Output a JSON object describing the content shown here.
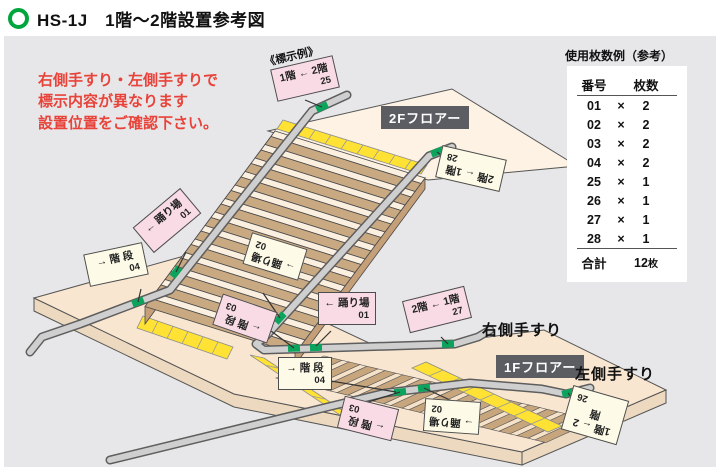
{
  "header": {
    "title": "HS-1J　1階〜2階設置参考図"
  },
  "notice": {
    "line1": "右側手すり・左側手すりで",
    "line2": "標示内容が異なります",
    "line3": "設置位置をご確認下さい。"
  },
  "usage_table": {
    "title": "使用枚数例（参考）",
    "col_no": "番号",
    "col_qty": "枚数",
    "times": "×",
    "rows": [
      {
        "no": "01",
        "qty": "2"
      },
      {
        "no": "02",
        "qty": "2"
      },
      {
        "no": "03",
        "qty": "2"
      },
      {
        "no": "04",
        "qty": "2"
      },
      {
        "no": "25",
        "qty": "1"
      },
      {
        "no": "26",
        "qty": "1"
      },
      {
        "no": "27",
        "qty": "1"
      },
      {
        "no": "28",
        "qty": "1"
      }
    ],
    "total_label": "合計",
    "total_value": "12",
    "total_unit": "枚"
  },
  "diagram": {
    "example_label": "《標示例》",
    "floor2_label": "2Fフロアー",
    "floor1_label": "1Fフロアー",
    "right_rail_label": "右側手すり",
    "left_rail_label": "左側手すり",
    "signs": [
      {
        "id": "25",
        "text": "1階 ← 2階",
        "num": "25"
      },
      {
        "id": "28",
        "text": "2階 ← 1階",
        "num": "28"
      },
      {
        "id": "01a",
        "text": "← 踊り場",
        "num": "01"
      },
      {
        "id": "04a",
        "text": "→ 階 段",
        "num": "04"
      },
      {
        "id": "02a",
        "text": "→ 踊り場",
        "num": "02"
      },
      {
        "id": "03a",
        "text": "← 階 段",
        "num": "03"
      },
      {
        "id": "01b",
        "text": "← 踊り場",
        "num": "01"
      },
      {
        "id": "27",
        "text": "2階 ← 1階",
        "num": "27"
      },
      {
        "id": "04b",
        "text": "→ 階 段",
        "num": "04"
      },
      {
        "id": "03b",
        "text": "← 階 段",
        "num": "03"
      },
      {
        "id": "02b",
        "text": "→ 踊り場",
        "num": "02"
      },
      {
        "id": "26",
        "text": "1階 ← 2階",
        "num": "26"
      }
    ]
  },
  "colors": {
    "accent_green": "#00a53e",
    "notice_red": "#e8433a",
    "band_green": "#0ca45c",
    "sign_pink": "#f9dbe6",
    "sign_cream": "#fdfbe7",
    "tactile_yellow": "#ffe233",
    "floor_label_bg": "#5b5d62"
  }
}
